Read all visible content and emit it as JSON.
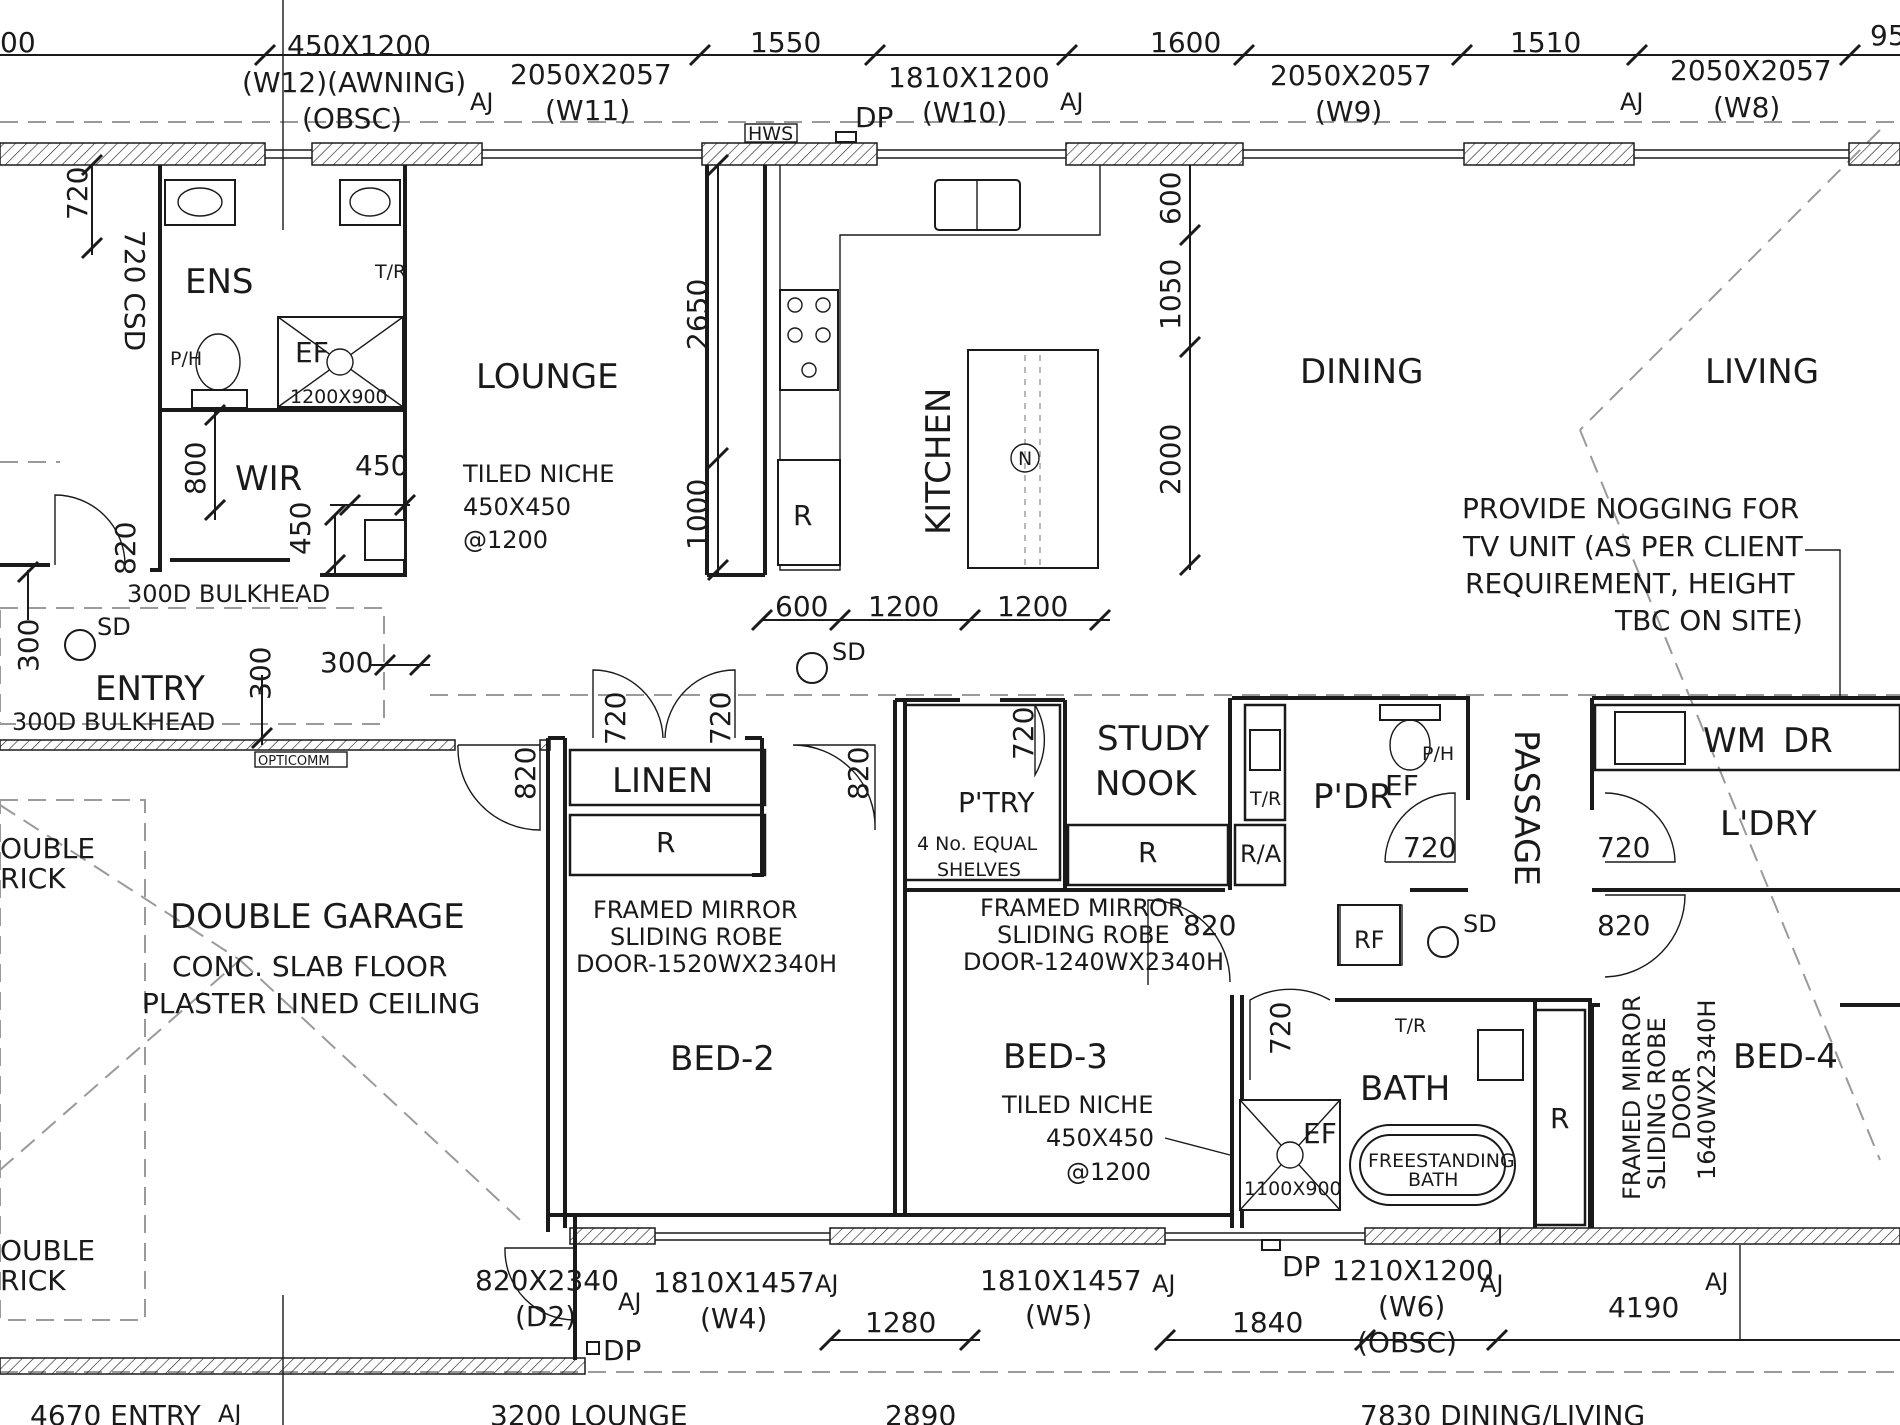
{
  "rooms": {
    "ens": "ENS",
    "lounge": "LOUNGE",
    "wir": "WIR",
    "kitchen": "KITCHEN",
    "dining": "DINING",
    "living": "LIVING",
    "entry": "ENTRY",
    "linen": "LINEN",
    "pantry": "P'TRY",
    "study_nook_1": "STUDY",
    "study_nook_2": "NOOK",
    "powder": "P'DR",
    "passage": "PASSAGE",
    "laundry": "L'DRY",
    "double_garage": "DOUBLE GARAGE",
    "bed2": "BED-2",
    "bed3": "BED-3",
    "bed4": "BED-4",
    "bath": "BATH"
  },
  "windows": {
    "w12_size": "450X1200",
    "w12_tag": "(W12)(AWNING)",
    "w12_obsc": "(OBSC)",
    "w11_size": "2050X2057",
    "w11_tag": "(W11)",
    "w10_size": "1810X1200",
    "w10_tag": "(W10)",
    "w9_size": "2050X2057",
    "w9_tag": "(W9)",
    "w8_size": "2050X2057",
    "w8_tag": "(W8)",
    "w4_size": "1810X1457",
    "w4_tag": "(W4)",
    "w5_size": "1810X1457",
    "w5_tag": "(W5)",
    "w6_size": "1210X1200",
    "w6_tag": "(W6)",
    "w6_obsc": "(OBSC)",
    "d2_size": "820X2340",
    "d2_tag": "(D2)"
  },
  "dims_top": {
    "d00": "00",
    "d1550": "1550",
    "d1600": "1600",
    "d1510": "1510",
    "d95": "95"
  },
  "dims": {
    "ens_720": "720",
    "csd_720": "720 CSD",
    "kit_2650": "2650",
    "kit_1000": "1000",
    "kit_600": "600",
    "kit_1200a": "1200",
    "kit_1200b": "1200",
    "din_600": "600",
    "din_1050": "1050",
    "din_2000": "2000",
    "wir_800": "800",
    "wir_450a": "450",
    "wir_450b": "450",
    "wir_820": "820",
    "entry_300a": "300",
    "entry_300b": "300",
    "entry_300c": "300",
    "linen_720a": "720",
    "linen_720b": "720",
    "gar_820": "820",
    "bed2_820": "820",
    "ptry_720": "720",
    "pdr_720": "720",
    "ldry_720": "720",
    "bed3_820": "820",
    "bed4_820": "820",
    "bath_720": "720",
    "bot_1280": "1280",
    "bot_1840": "1840",
    "bot_4190": "4190"
  },
  "notes": {
    "hws": "HWS",
    "dp_top": "DP",
    "dp_bottom1": "DP",
    "dp_bottom2": "DP",
    "aj": "AJ",
    "sd": "SD",
    "ef": "EF",
    "ph": "P/H",
    "tr": "T/R",
    "ens_shower": "1200X900",
    "bath_shower": "1100X900",
    "r": "R",
    "ra": "R/A",
    "rf": "RF",
    "n": "N",
    "wm": "WM",
    "dr": "DR",
    "tiled_niche": "TILED NICHE",
    "niche_size": "450X450",
    "niche_height": "@1200",
    "bulkhead": "300D BULKHEAD",
    "opticomm": "OPTICOMM",
    "shelves_1": "4 No. EQUAL",
    "shelves_2": "SHELVES",
    "garage_floor": "CONC. SLAB FLOOR",
    "garage_ceiling": "PLASTER LINED CEILING",
    "double_brick_1": "OUBLE",
    "double_brick_2": "RICK",
    "mirror_line1": "FRAMED MIRROR",
    "mirror_line2": "SLIDING ROBE",
    "bed2_robe": "DOOR-1520WX2340H",
    "bed3_robe": "DOOR-1240WX2340H",
    "bed4_robe_door": "DOOR",
    "bed4_robe_size": "1640WX2340H",
    "freestanding": "FREESTANDING",
    "bath_word": "BATH",
    "tv_1": "PROVIDE NOGGING FOR",
    "tv_2": "TV UNIT (AS PER CLIENT",
    "tv_3": "REQUIREMENT, HEIGHT",
    "tv_4": "TBC ON SITE)"
  },
  "bottom_labels": {
    "entry": "4670 ENTRY",
    "lounge": "3200 LOUNGE",
    "kitchen": "2890",
    "dining_living": "7830 DINING/LIVING"
  }
}
